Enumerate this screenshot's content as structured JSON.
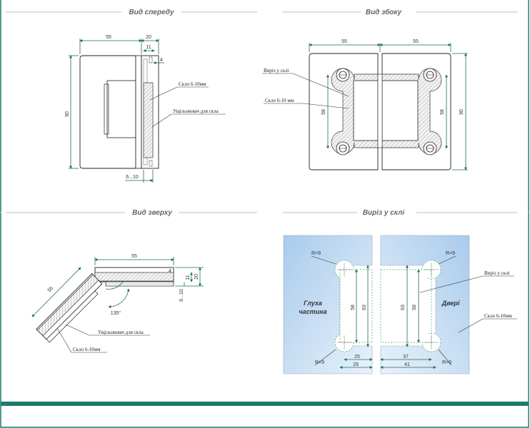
{
  "colors": {
    "frame": "#1e7a6e",
    "dim": "#1e6e52",
    "glass": "#bcd8f0"
  },
  "views": {
    "front": {
      "title": "Вид спереду",
      "dims": {
        "width": "55",
        "thick": "20",
        "inner": "11",
        "gap": "4",
        "height": "90",
        "glass": "6...10"
      },
      "label_glass": "Скло 6-10мм",
      "label_seal": "Ущільнювач для скла"
    },
    "side": {
      "title": "Вид збоку",
      "dims": {
        "left": "55",
        "right": "55",
        "h_left": "58",
        "h_right": "58",
        "height": "90"
      },
      "label_cut": "Виріз у склі",
      "label_glass": "Скло 6-10 мм"
    },
    "top": {
      "title": "Вид зверху",
      "dims": {
        "length": "55",
        "diag": "55",
        "angle": "135°",
        "t4": "4",
        "t11": "11",
        "t20": "20",
        "glass": "6...10"
      },
      "label_seal": "Ущільнювач для скла",
      "label_glass": "Скло 6-10мм"
    },
    "cut": {
      "title": "Виріз у склі",
      "fixed_label_1": "Глуха",
      "fixed_label_2": "частина",
      "door_label": "Двері",
      "r_top_left": "R=9",
      "r_bottom_left": "R=9",
      "r_top_right": "R=9",
      "r_bottom_right": "R=9",
      "dims_left": {
        "h58": "58",
        "h63": "63",
        "w25": "25",
        "w29": "29"
      },
      "dims_right": {
        "h63": "63",
        "h58": "58",
        "w37": "37",
        "w41": "41"
      },
      "label_cut": "Виріз у склі",
      "label_glass": "Скло 6-10мм"
    }
  }
}
